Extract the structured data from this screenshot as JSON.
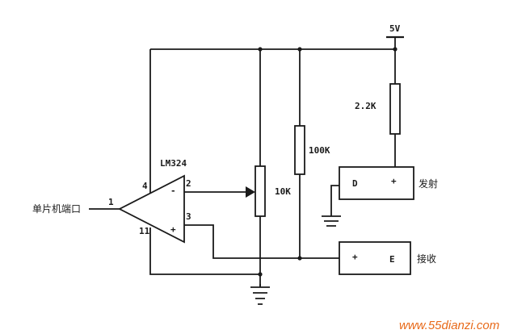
{
  "diagram": {
    "supply_label": "5V",
    "opamp_label": "LM324",
    "mcu_port_label": "单片机端口",
    "pins": {
      "p1": "1",
      "p2": "2",
      "p3": "3",
      "p4": "4",
      "p11": "11"
    },
    "opamp_minus": "-",
    "opamp_plus": "+",
    "r_supply_label": "2.2K",
    "r_divider_label": "100K",
    "pot_label": "10K",
    "emitter": {
      "left": "D",
      "right": "+",
      "label": "发射"
    },
    "receiver": {
      "left": "+",
      "right": "E",
      "label": "接收"
    },
    "watermark": "www.55dianzi.com"
  }
}
